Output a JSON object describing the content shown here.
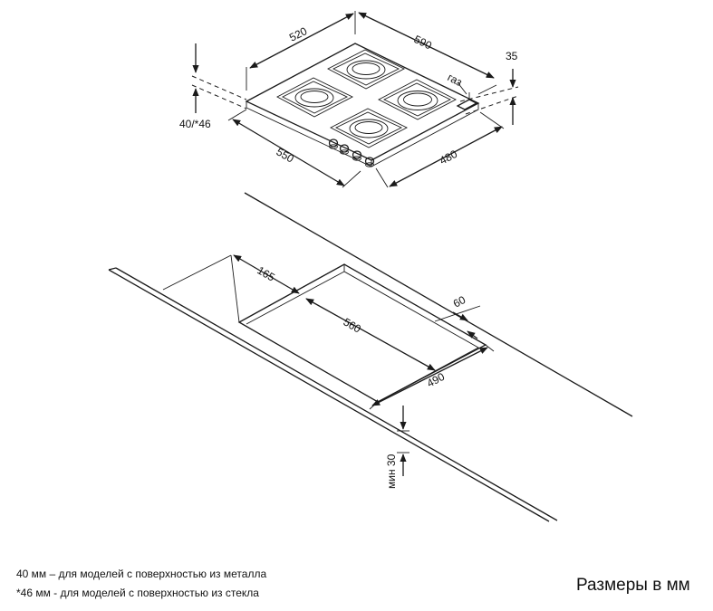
{
  "hob_dimensions": {
    "width_top": "520",
    "depth_top": "590",
    "height_right": "35",
    "gas_label": "газ",
    "height_left": "40/*46",
    "width_front": "550",
    "depth_front": "480"
  },
  "cutout_dimensions": {
    "edge_offset": "165",
    "back_offset": "60",
    "cutout_width": "560",
    "cutout_depth": "490",
    "min_thickness": "мин 30"
  },
  "footnotes": {
    "line1": "40 мм – для моделей с поверхностью  из металла",
    "line2": "*46 мм - для моделей с поверхностью  из стекла"
  },
  "units_label": "Размеры в мм"
}
